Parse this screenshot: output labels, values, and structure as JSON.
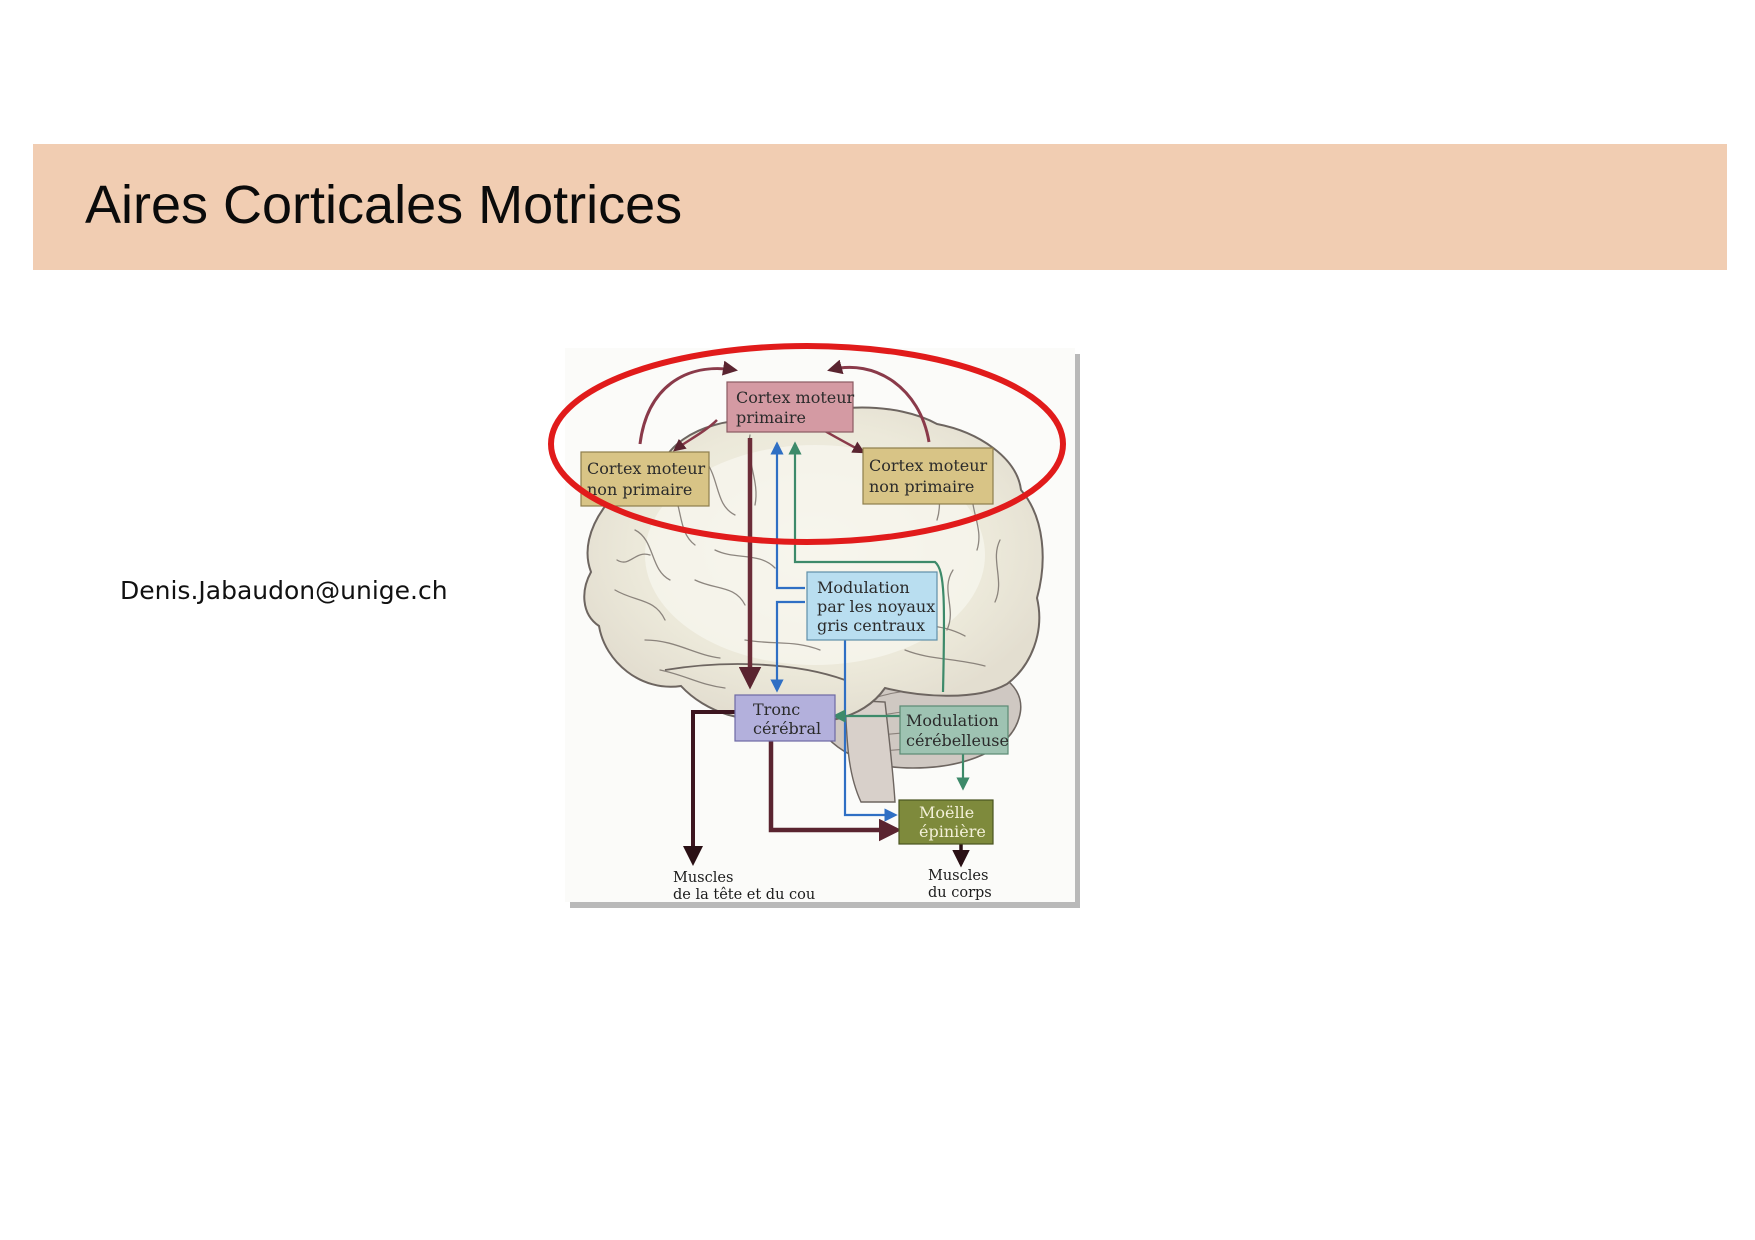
{
  "slide": {
    "title": "Aires Corticales Motrices",
    "contact_email": "Denis.Jabaudon@unige.ch"
  },
  "diagram": {
    "boxes": {
      "primary_motor": {
        "line1": "Cortex moteur",
        "line2": "primaire",
        "color": "#d49aa3"
      },
      "non_primary_left": {
        "line1": "Cortex moteur",
        "line2": "non primaire",
        "color": "#d8c486"
      },
      "non_primary_right": {
        "line1": "Cortex moteur",
        "line2": "non primaire",
        "color": "#d8c486"
      },
      "basal_ganglia": {
        "line1": "Modulation",
        "line2": "par les noyaux",
        "line3": "gris centraux",
        "color": "#b9def0"
      },
      "brainstem": {
        "line1": "Tronc",
        "line2": "cérébral",
        "color": "#b3b0dc"
      },
      "cerebellar": {
        "line1": "Modulation",
        "line2": "cérébelleuse",
        "color": "#9ec3b2"
      },
      "spinal_cord": {
        "line1": "Moëlle",
        "line2": "épinière",
        "color": "#7e8a3c"
      }
    },
    "outputs": {
      "head_neck": {
        "line1": "Muscles",
        "line2": "de la tête et du cou"
      },
      "body": {
        "line1": "Muscles",
        "line2": "du corps"
      }
    },
    "colors": {
      "motor_pathway": "#5a2430",
      "basal_ganglia_pathway": "#2f6fc4",
      "cerebellar_pathway": "#3d8a6a",
      "highlight_ellipse": "#e11b1b"
    }
  }
}
